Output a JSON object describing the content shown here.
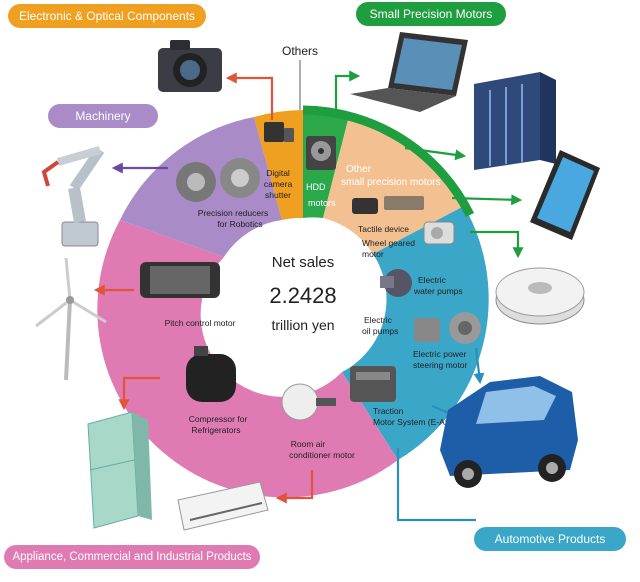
{
  "center": {
    "line1": "Net sales",
    "line2": "2.2428",
    "line3": "trillion yen"
  },
  "categories": {
    "electronic_optical": {
      "label": "Electronic & Optical Components",
      "color": "#f0a020"
    },
    "small_precision": {
      "label": "Small Precision Motors",
      "color": "#1e9e3e"
    },
    "machinery": {
      "label": "Machinery",
      "color": "#a98bc8"
    },
    "appliance": {
      "label": "Appliance, Commercial and Industrial Products",
      "color": "#e07ab3"
    },
    "automotive": {
      "label": "Automotive Products",
      "color": "#3aa7c8"
    }
  },
  "segments": {
    "others": "Others",
    "digital_camera": [
      "Digital",
      "camera",
      "shutter"
    ],
    "hdd": [
      "HDD",
      "motors"
    ],
    "other_small": [
      "Other",
      "small precision motors"
    ],
    "tactile": "Tactile device",
    "wheel": [
      "Wheel geared",
      "motor"
    ],
    "water_pumps": [
      "Electric",
      "water pumps"
    ],
    "oil_pumps": [
      "Electric",
      "oil pumps"
    ],
    "eps": [
      "Electric power",
      "steering motor"
    ],
    "traction": [
      "Traction",
      "Motor System (E-Axle)"
    ],
    "reducers": [
      "Precision reducers",
      "for Robotics"
    ],
    "pitch": "Pitch control motor",
    "compressor": [
      "Compressor for",
      "Refrigerators"
    ],
    "room_air": [
      "Room air",
      "conditioner motor"
    ]
  },
  "icons": [
    "camera-icon",
    "laptop-icon",
    "server-icon",
    "smartphone-icon",
    "robot-vacuum-icon",
    "car-icon",
    "air-conditioner-icon",
    "refrigerator-icon",
    "wind-turbine-icon",
    "robot-arm-icon"
  ]
}
